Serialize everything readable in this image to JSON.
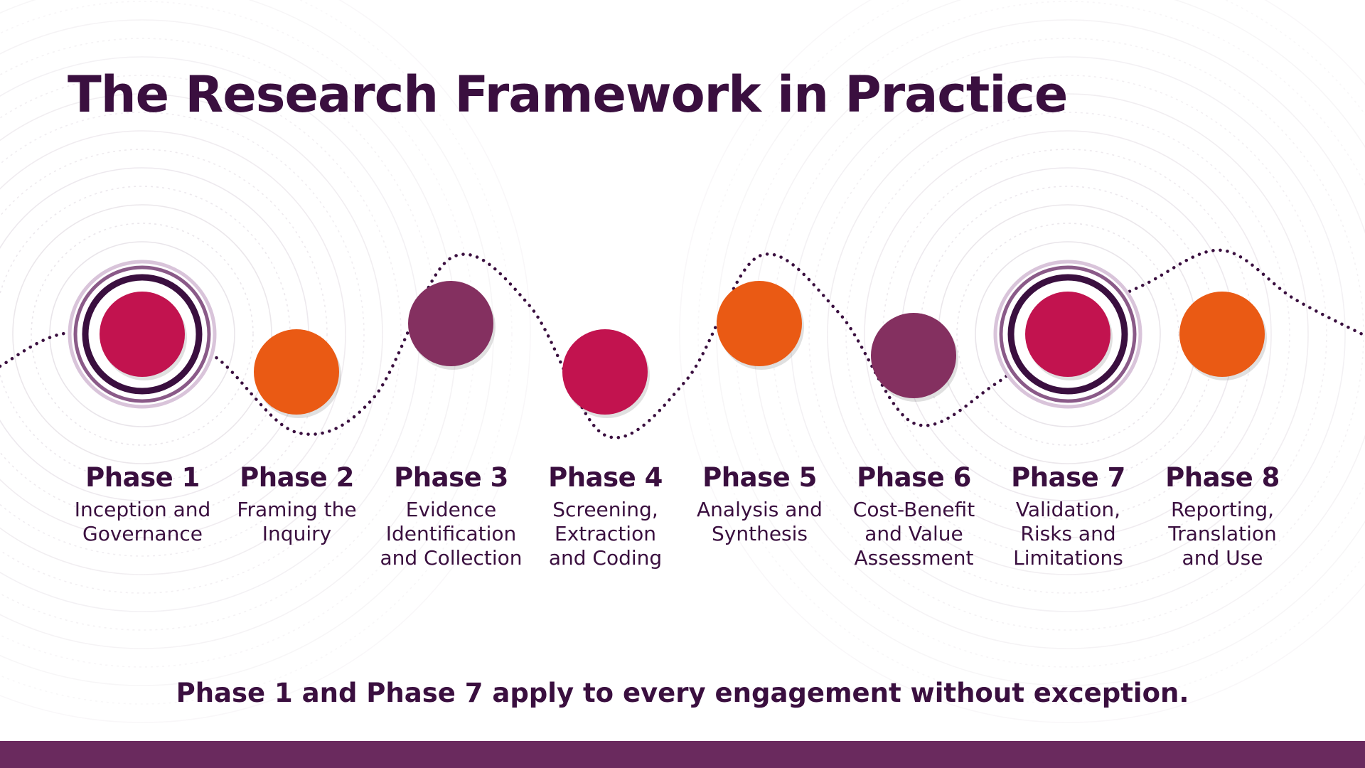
{
  "title": "The Research Framework in Practice",
  "phases": [
    {
      "label": "Phase 1",
      "desc": [
        "Inception and",
        "Governance"
      ],
      "color": "#c2134f",
      "highlight": true
    },
    {
      "label": "Phase 2",
      "desc": [
        "Framing the",
        "Inquiry"
      ],
      "color": "#ea5a14",
      "highlight": false
    },
    {
      "label": "Phase 3",
      "desc": [
        "Evidence",
        "Identification",
        "and Collection"
      ],
      "color": "#843060",
      "highlight": false
    },
    {
      "label": "Phase 4",
      "desc": [
        "Screening,",
        "Extraction",
        "and Coding"
      ],
      "color": "#c2134f",
      "highlight": false
    },
    {
      "label": "Phase 5",
      "desc": [
        "Analysis and",
        "Synthesis"
      ],
      "color": "#ea5a14",
      "highlight": false
    },
    {
      "label": "Phase 6",
      "desc": [
        "Cost-Benefit",
        "and Value",
        "Assessment"
      ],
      "color": "#843060",
      "highlight": false
    },
    {
      "label": "Phase 7",
      "desc": [
        "Validation,",
        "Risks and",
        "Limitations"
      ],
      "color": "#c2134f",
      "highlight": true
    },
    {
      "label": "Phase 8",
      "desc": [
        "Reporting,",
        "Translation",
        "and Use"
      ],
      "color": "#ea5a14",
      "highlight": false
    }
  ],
  "footnote": "Phase 1 and Phase 7 apply to every engagement without exception.",
  "colors": {
    "dark_purple": "#3a0f3f",
    "magenta": "#c2134f",
    "orange": "#ea5a14",
    "plum": "#843060",
    "bottom_bar": "#6a2a5e"
  }
}
